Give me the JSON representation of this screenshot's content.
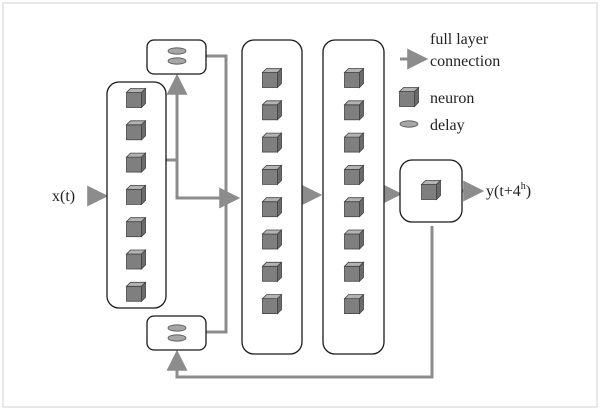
{
  "colors": {
    "line": "#8c8c8c",
    "box_stroke": "#1a1a1a",
    "neuron_fill": "#7f7f7f",
    "neuron_top": "#b3b3b3",
    "delay_fill": "#a6a6a6",
    "border": "#d0d0d0"
  },
  "labels": {
    "input": "x(t)",
    "output_main": "y(t+4",
    "output_sup": "h",
    "output_close": ")"
  },
  "legend": {
    "full_layer_connection_line1": "full layer",
    "full_layer_connection_line2": "connection",
    "neuron": "neuron",
    "delay": "delay"
  },
  "icons": {
    "arrow": "arrow-right-icon",
    "neuron": "cube-icon",
    "delay": "ellipse-icon"
  },
  "layers": {
    "input_neurons": 7,
    "hidden1_neurons": 8,
    "hidden2_neurons": 8,
    "output_neurons": 1
  }
}
